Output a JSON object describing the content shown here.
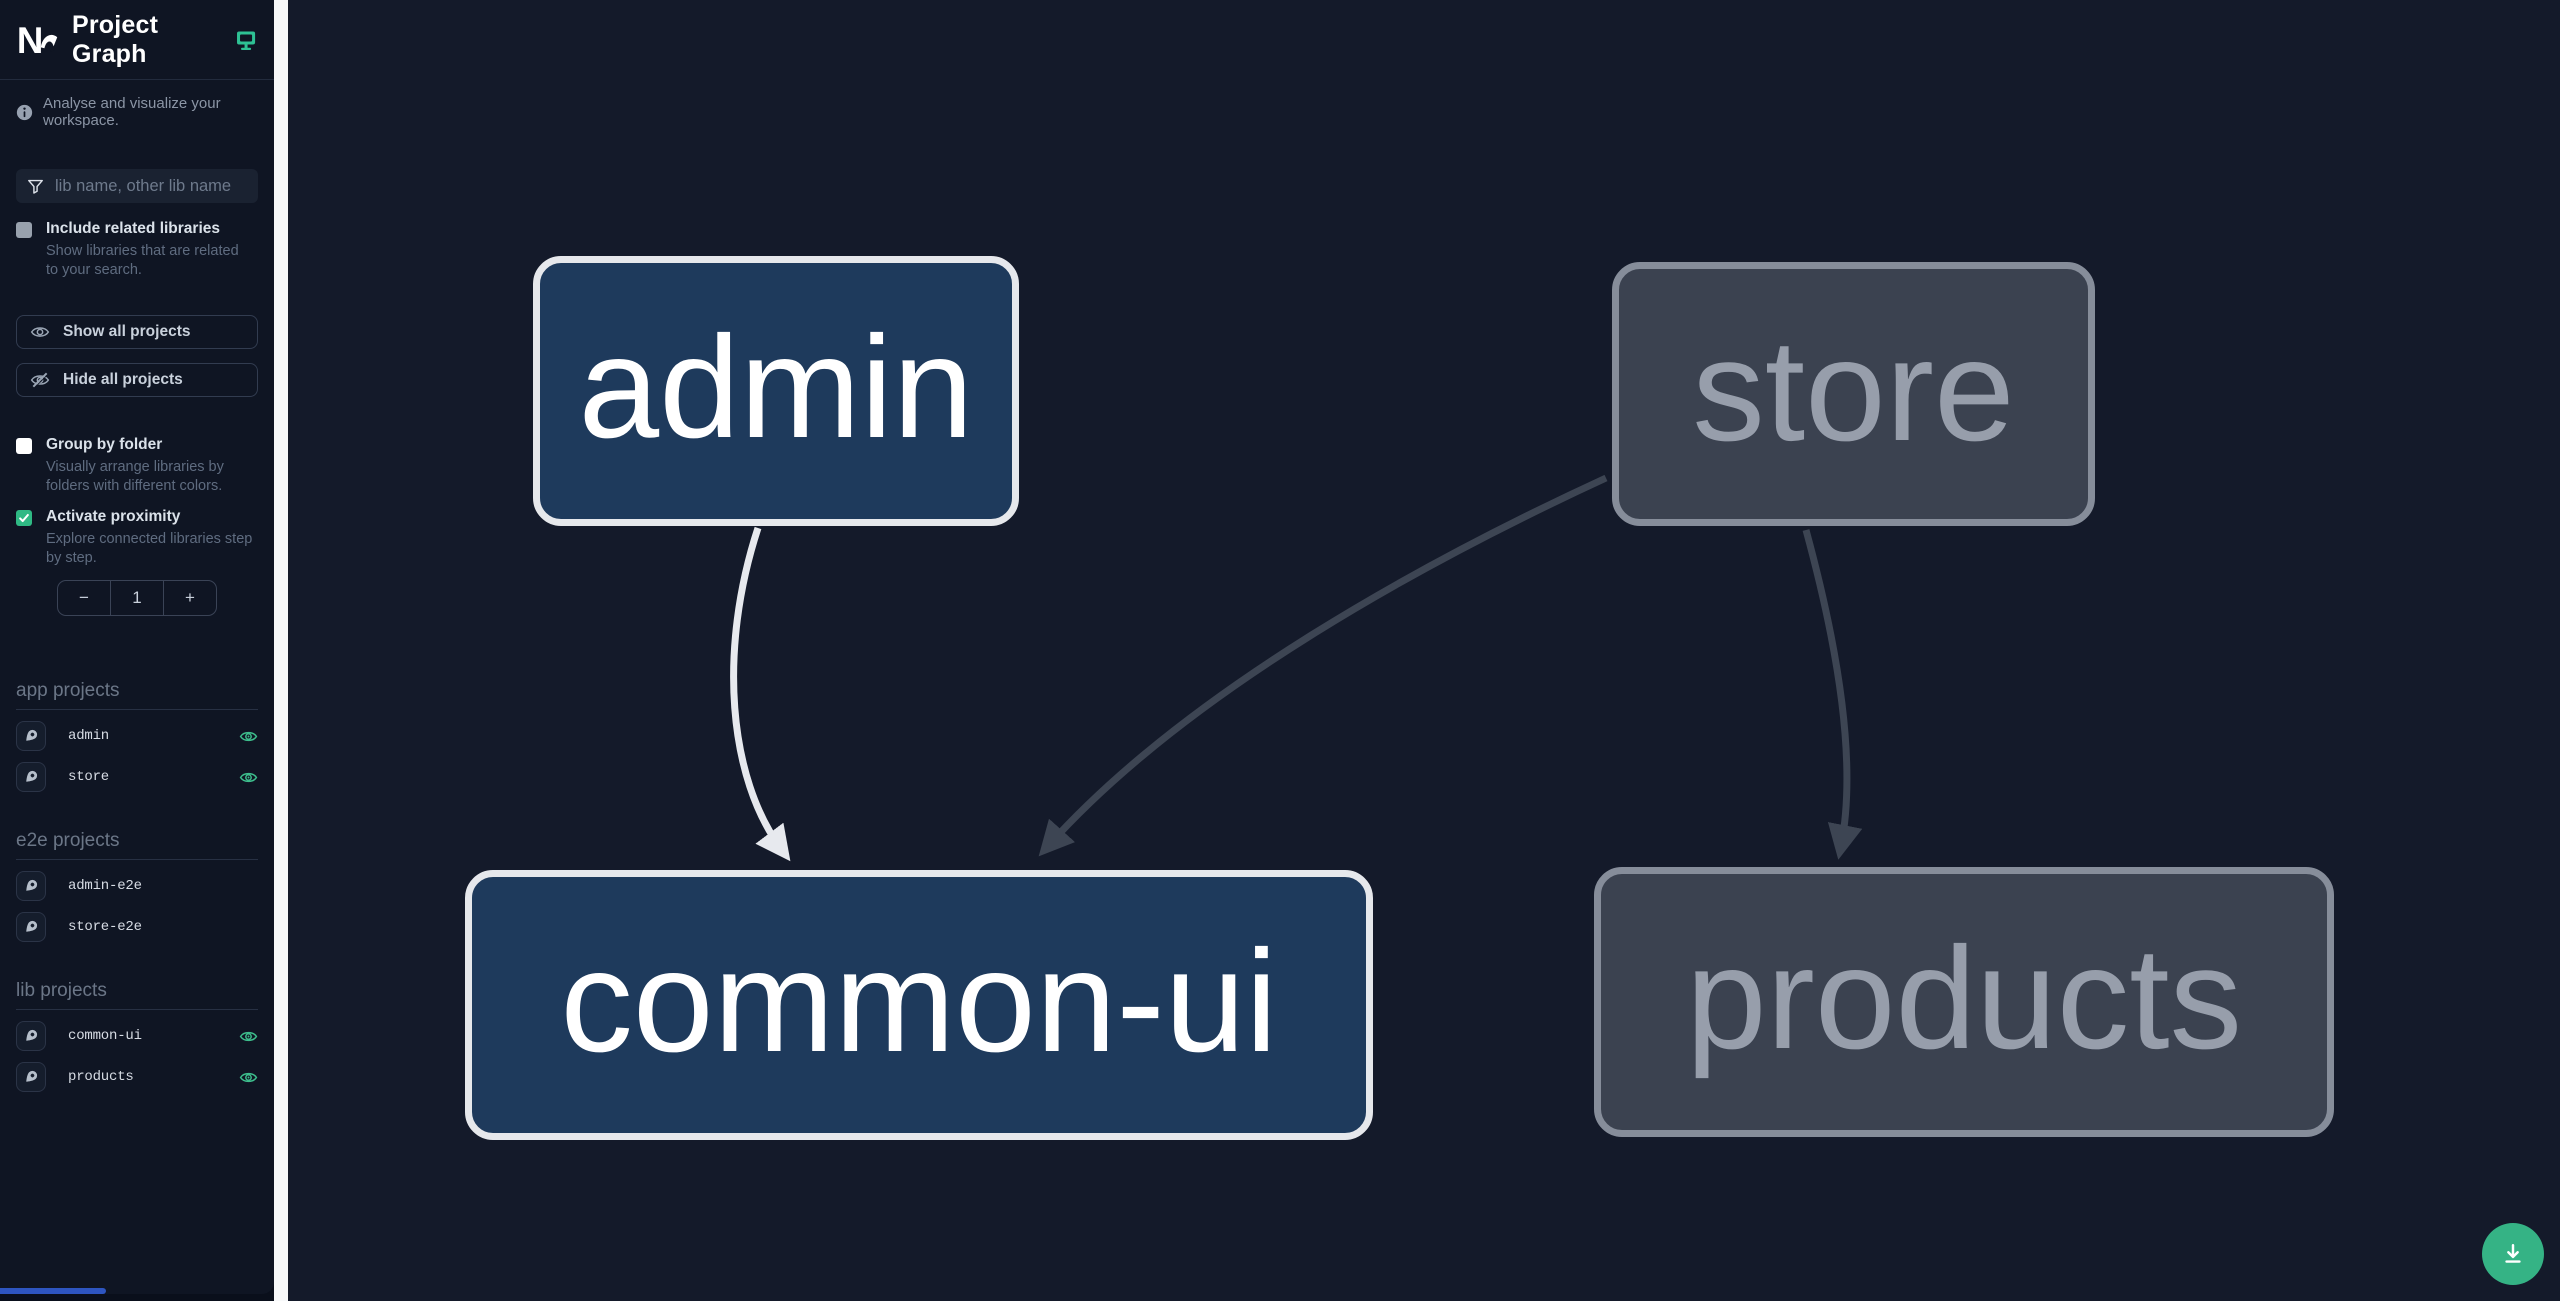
{
  "app": {
    "title": "Project Graph",
    "tagline": "Analyse and visualize your workspace."
  },
  "filter": {
    "placeholder": "lib name, other lib name"
  },
  "options": {
    "include_related": {
      "label": "Include related libraries",
      "description": "Show libraries that are related to your search.",
      "checked": false
    },
    "group_by_folder": {
      "label": "Group by folder",
      "description": "Visually arrange libraries by folders with different colors.",
      "checked": false
    },
    "activate_proximity": {
      "label": "Activate proximity",
      "description": "Explore connected libraries step by step.",
      "checked": true
    }
  },
  "actions": {
    "show_all": "Show all projects",
    "hide_all": "Hide all projects"
  },
  "proximity_stepper": {
    "decrement": "−",
    "value": "1",
    "increment": "+"
  },
  "sections": [
    {
      "title": "app projects",
      "items": [
        {
          "name": "admin",
          "visible": true
        },
        {
          "name": "store",
          "visible": true
        }
      ]
    },
    {
      "title": "e2e projects",
      "items": [
        {
          "name": "admin-e2e",
          "visible": false
        },
        {
          "name": "store-e2e",
          "visible": false
        }
      ]
    },
    {
      "title": "lib projects",
      "items": [
        {
          "name": "common-ui",
          "visible": true
        },
        {
          "name": "products",
          "visible": true
        }
      ]
    }
  ],
  "graph": {
    "nodes": [
      {
        "label": "admin",
        "state": "focused"
      },
      {
        "label": "store",
        "state": "muted"
      },
      {
        "label": "common-ui",
        "state": "focused"
      },
      {
        "label": "products",
        "state": "muted"
      }
    ],
    "edges": [
      {
        "source": "admin",
        "target": "common-ui",
        "state": "highlighted"
      },
      {
        "source": "store",
        "target": "common-ui",
        "state": "muted"
      },
      {
        "source": "store",
        "target": "products",
        "state": "muted"
      }
    ]
  },
  "fab": {
    "icon": "download-icon"
  },
  "colors": {
    "accent_teal": "#2fb984",
    "fab_green": "#35b385",
    "focused_node_fill": "#1e3a5c",
    "focused_node_border": "#e6e8ec",
    "muted_node_fill": "#3b4250",
    "muted_node_border": "#868d9a",
    "highlighted_edge": "#e7e9ee",
    "muted_edge": "#3d4553",
    "sidebar_bg": "#0f1523",
    "canvas_bg": "#141a2a"
  }
}
